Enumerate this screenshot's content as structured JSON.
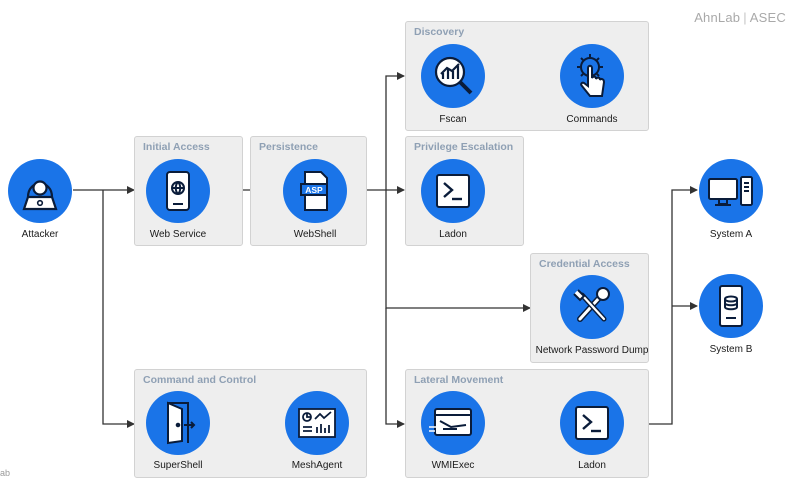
{
  "brand": {
    "name": "AhnLab",
    "division": "ASEC"
  },
  "corner_text": "ab",
  "colors": {
    "node": "#1a74e8",
    "box_bg": "#eeeeee",
    "box_title": "#8fa0b4",
    "wire": "#333333"
  },
  "attacker": {
    "label": "Attacker",
    "icon": "hacker-icon"
  },
  "groups": [
    {
      "key": "discovery",
      "title": "Discovery",
      "nodes": [
        {
          "label": "Fscan",
          "icon": "scan-chart-icon"
        },
        {
          "label": "Commands",
          "icon": "touch-gear-icon"
        }
      ]
    },
    {
      "key": "initial",
      "title": "Initial Access",
      "nodes": [
        {
          "label": "Web Service",
          "icon": "web-server-icon"
        }
      ]
    },
    {
      "key": "persistence",
      "title": "Persistence",
      "nodes": [
        {
          "label": "WebShell",
          "icon": "asp-file-icon"
        }
      ]
    },
    {
      "key": "privesc",
      "title": "Privilege Escalation",
      "nodes": [
        {
          "label": "Ladon",
          "icon": "terminal-icon"
        }
      ]
    },
    {
      "key": "credential",
      "title": "Credential Access",
      "nodes": [
        {
          "label": "Network Password Dump",
          "icon": "tools-icon"
        }
      ]
    },
    {
      "key": "c2",
      "title": "Command and Control",
      "nodes": [
        {
          "label": "SuperShell",
          "icon": "door-icon"
        },
        {
          "label": "MeshAgent",
          "icon": "dashboard-icon"
        }
      ]
    },
    {
      "key": "lateral",
      "title": "Lateral Movement",
      "nodes": [
        {
          "label": "WMIExec",
          "icon": "wmi-window-icon"
        },
        {
          "label": "Ladon",
          "icon": "terminal-icon"
        }
      ]
    }
  ],
  "targets": [
    {
      "label": "System A",
      "icon": "desktop-pc-icon"
    },
    {
      "label": "System B",
      "icon": "database-server-icon"
    }
  ]
}
